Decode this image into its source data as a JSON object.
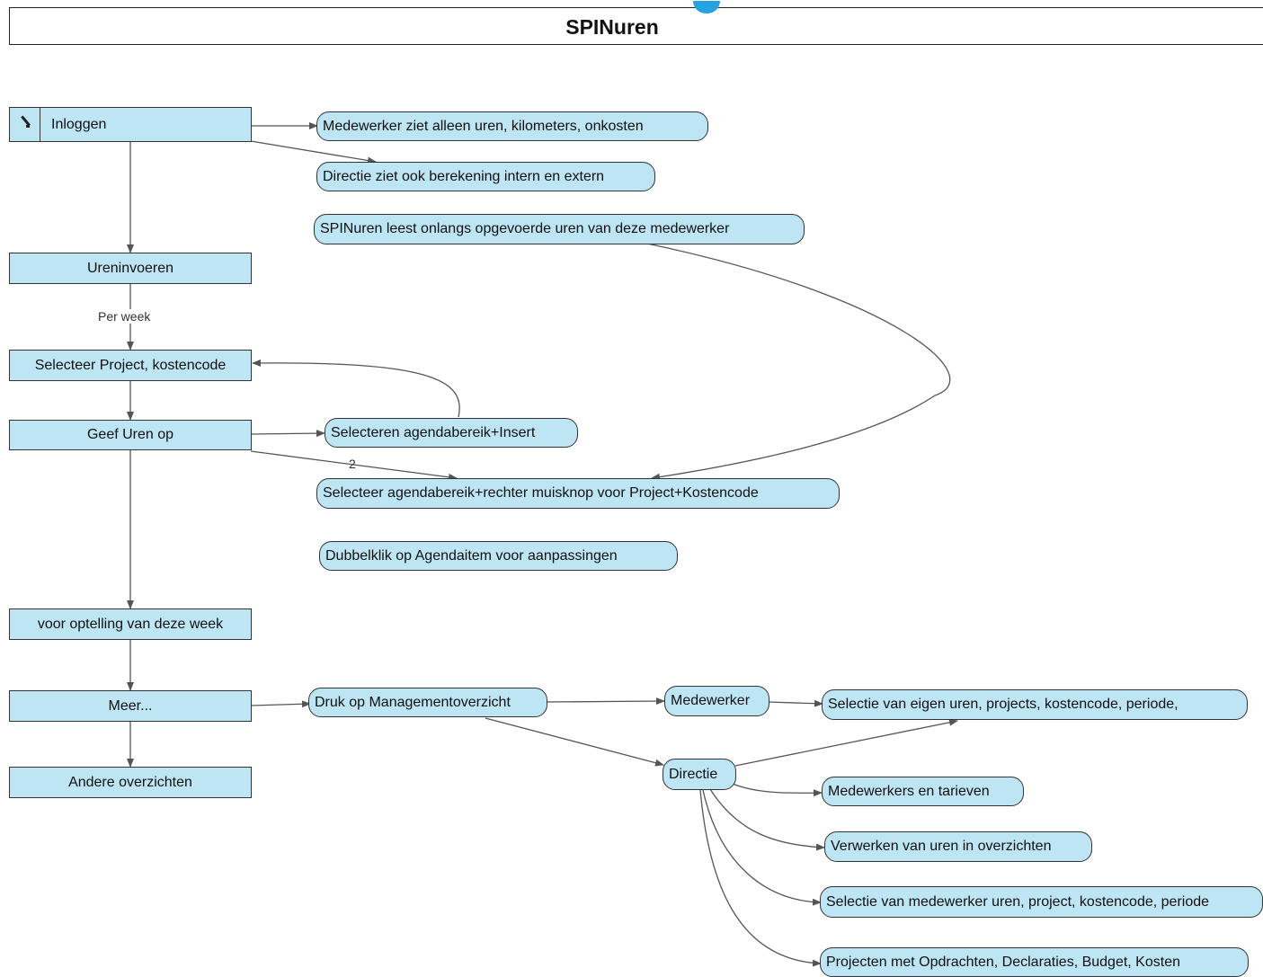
{
  "title": "SPINuren",
  "nodes": {
    "inloggen": "Inloggen",
    "ureninvoeren": "Ureninvoeren",
    "selecteer_project": "Selecteer Project, kostencode",
    "geef_uren": "Geef Uren op",
    "optelling": "voor optelling van deze week",
    "meer": "Meer...",
    "andere": "Andere overzichten",
    "medewerker_ziet": "Medewerker  ziet alleen uren, kilometers, onkosten",
    "directie_ziet": "Directie ziet ook berekening intern en extern",
    "spinuren_leest": "SPINuren leest onlangs opgevoerde uren van deze medewerker",
    "selecteren_agenda": "Selecteren agendabereik+Insert",
    "selecteer_agenda_rechter": "Selecteer agendabereik+rechter muisknop voor Project+Kostencode",
    "dubbelklik": "Dubbelklik op Agendaitem voor aanpassingen",
    "druk_management": "Druk op Managementoverzicht",
    "medewerker": "Medewerker",
    "directie": "Directie",
    "selectie_eigen": "Selectie van eigen uren, projects, kostencode, periode,",
    "medewerkers_tarieven": "Medewerkers en tarieven",
    "verwerken": "Verwerken van uren in overzichten",
    "selectie_medewerker": "Selectie van medewerker uren, project, kostencode, periode",
    "projecten": "Projecten met Opdrachten, Declaraties, Budget, Kosten"
  },
  "edge_labels": {
    "per_week": "Per week",
    "two": "2"
  },
  "colors": {
    "node_fill": "#bde5f4",
    "node_border": "#333333",
    "edge": "#555555",
    "logo_accent": "#25a3e0"
  },
  "icons": {
    "login": "pencil-icon"
  }
}
